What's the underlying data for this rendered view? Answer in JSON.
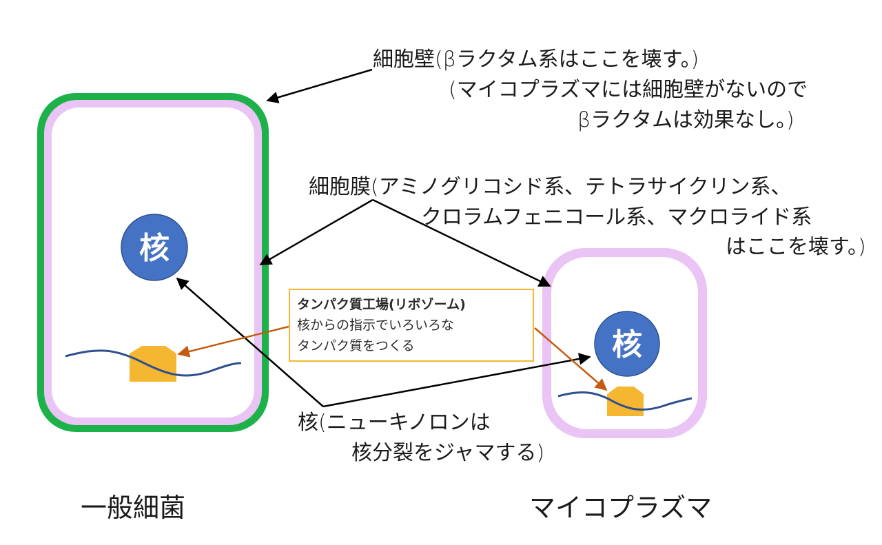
{
  "nucleus_label": "核",
  "cell_wall": {
    "line1": "細胞壁(βラクタム系はここを壊す。)",
    "line2": "(マイコプラズマには細胞壁がないので",
    "line3": "βラクタムは効果なし。)"
  },
  "cell_membrane": {
    "line1": "細胞膜(アミノグリコシド系、テトラサイクリン系、",
    "line2": "クロラムフェニコール系、マクロライド系",
    "line3": "はここを壊す。)"
  },
  "ribosome": {
    "title": "タンパク質工場(リボゾーム)",
    "line1": "核からの指示でいろいろな",
    "line2": "タンパク質をつくる"
  },
  "nucleus_note": {
    "line1": "核(ニューキノロンは",
    "line2": "核分裂をジャマする)"
  },
  "captions": {
    "bacteria": "一般細菌",
    "mycoplasma": "マイコプラズマ"
  },
  "colors": {
    "cell_wall": "#1db14a",
    "membrane": "#e9c4f4",
    "nucleus": "#4472c4",
    "ribosome": "#f5b731",
    "dna": "#2f4f8f",
    "ribosome_arrow": "#c55a11"
  }
}
